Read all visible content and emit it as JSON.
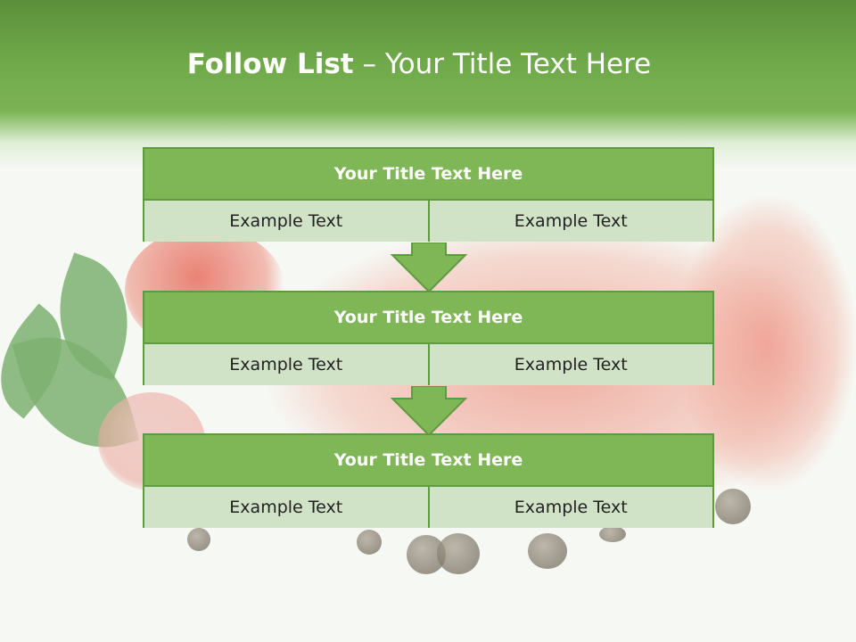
{
  "title": {
    "bold": "Follow List",
    "rest": " – Your Title Text Here"
  },
  "blocks": [
    {
      "title": "Your Title Text Here",
      "left": "Example Text",
      "right": "Example Text"
    },
    {
      "title": "Your Title Text Here",
      "left": "Example Text",
      "right": "Example Text"
    },
    {
      "title": "Your Title Text Here",
      "left": "Example Text",
      "right": "Example Text"
    }
  ],
  "colors": {
    "header_green": "#7cb455",
    "panel_head": "#7fb656",
    "panel_cell": "#d1e3c6",
    "border": "#5f9a40"
  },
  "icons": [
    "down-arrow-icon"
  ]
}
